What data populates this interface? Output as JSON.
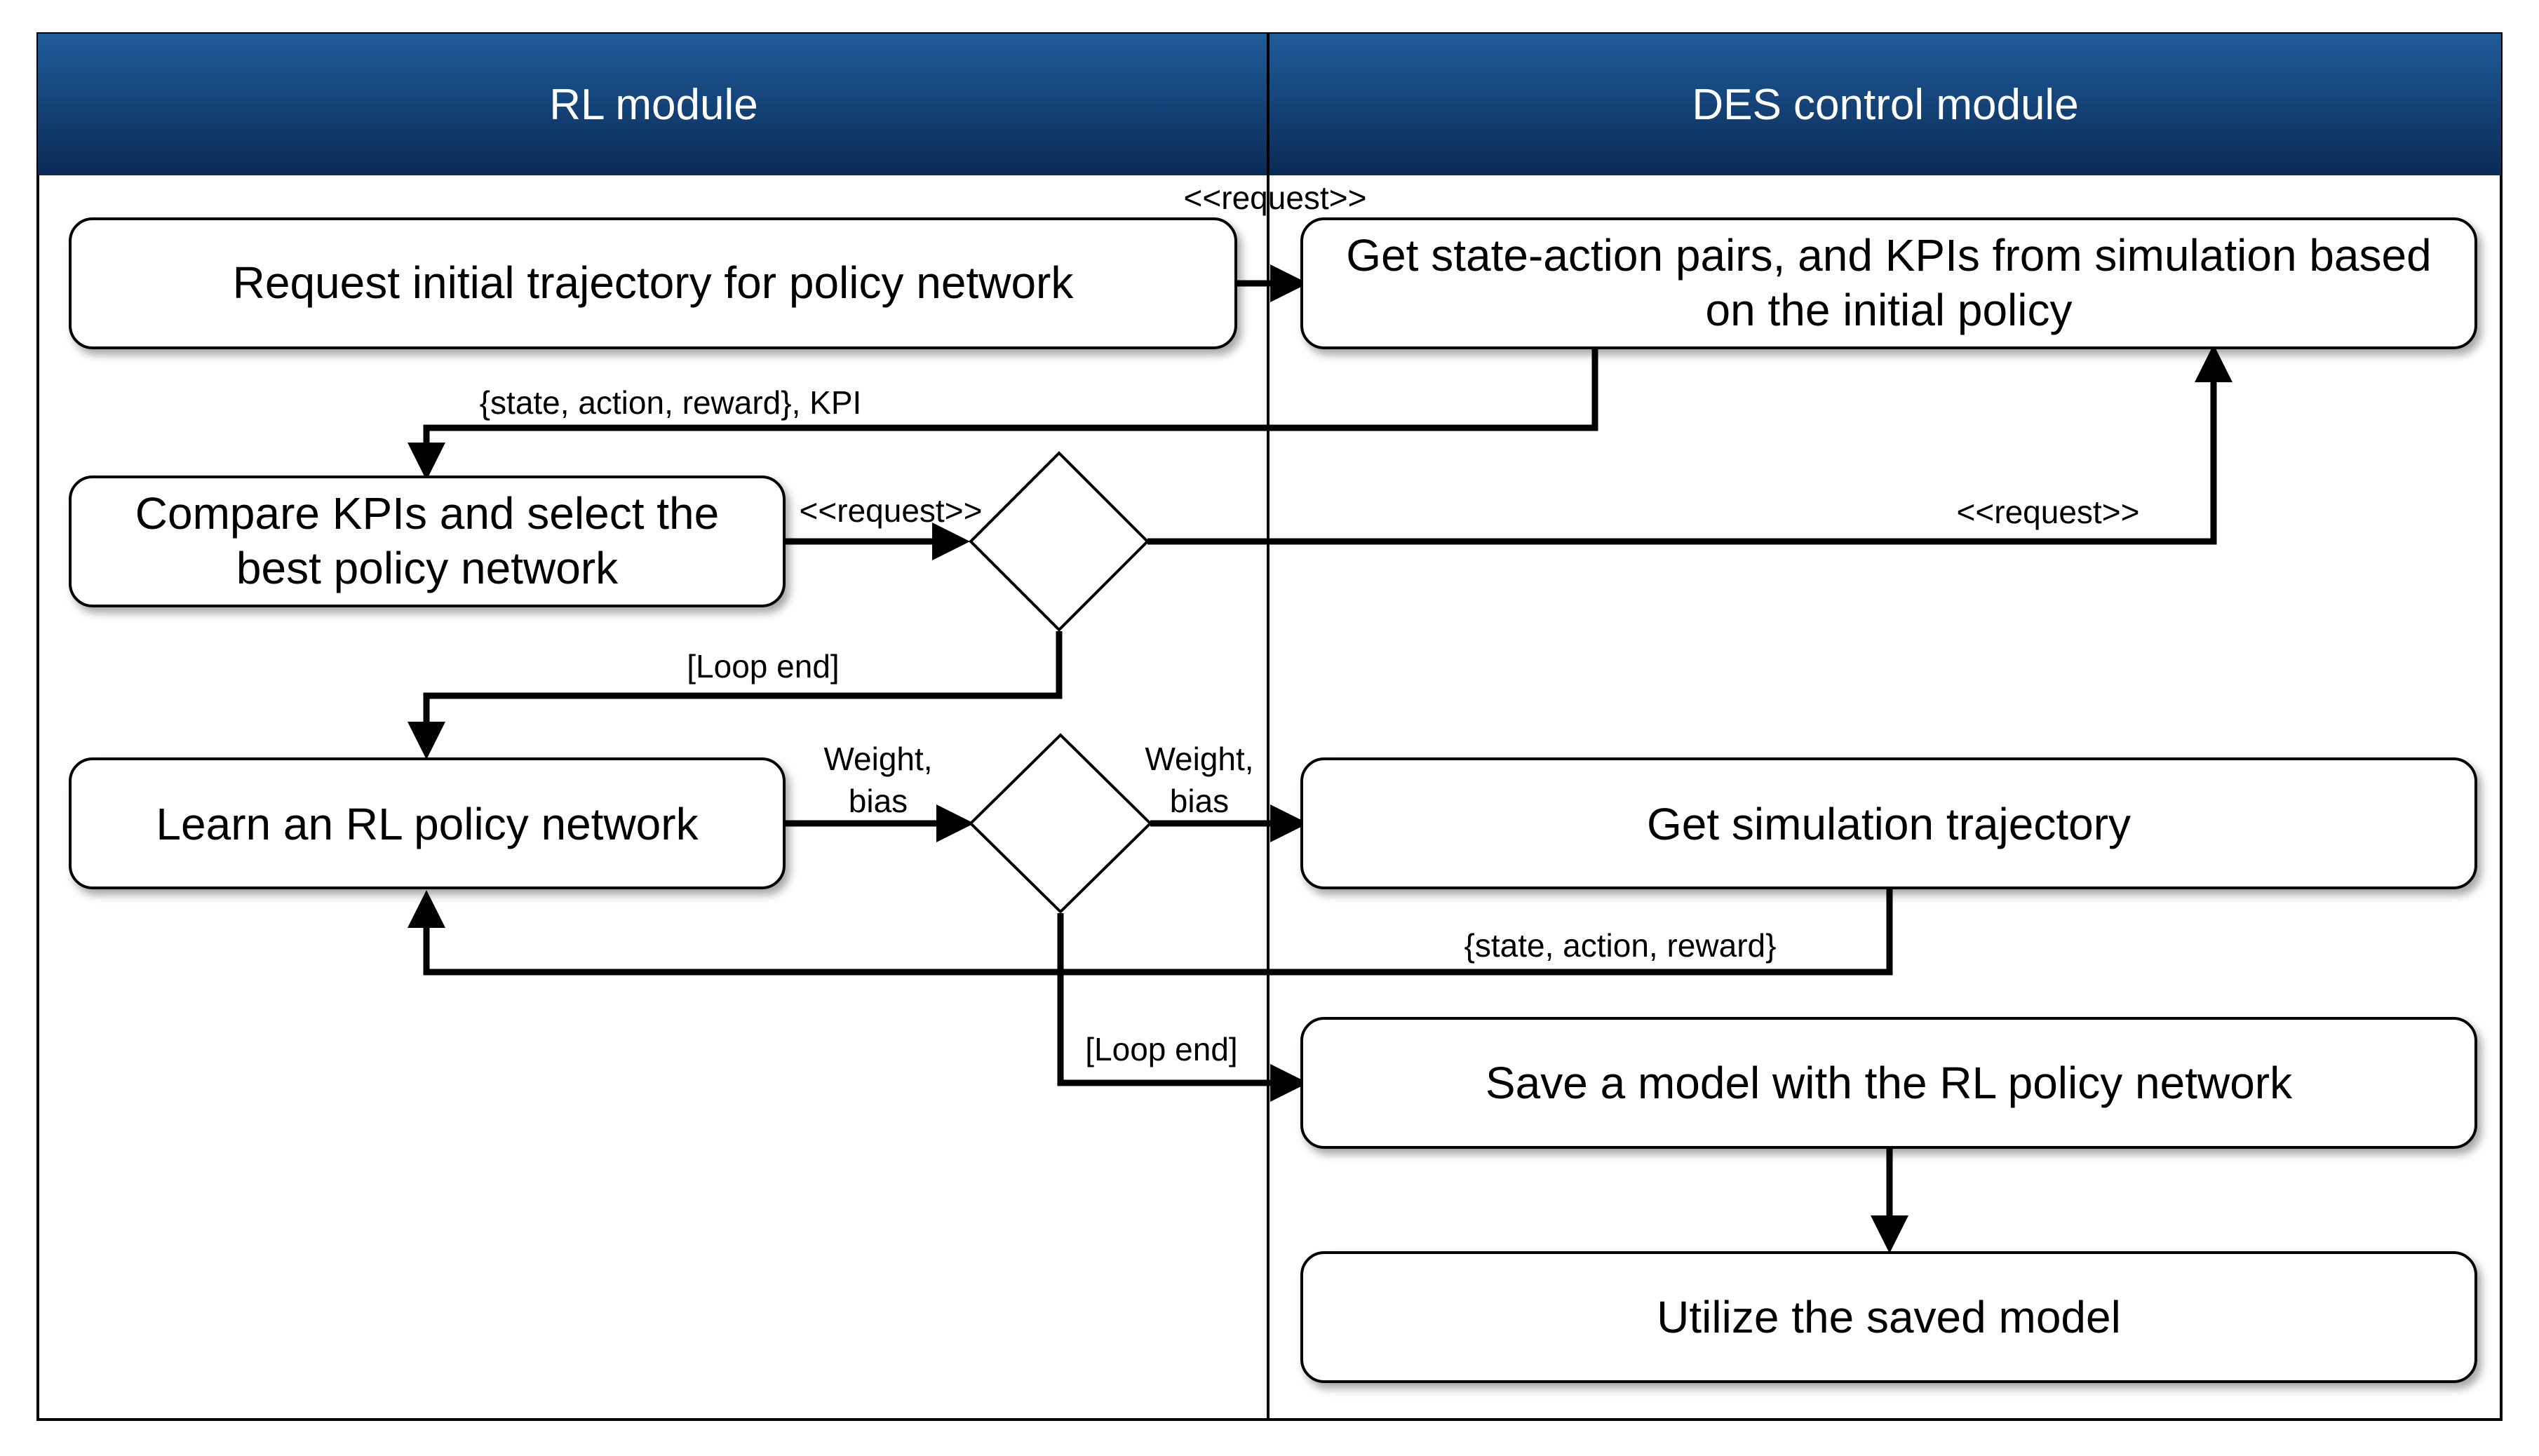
{
  "colors": {
    "header_dark": "#0a2a55",
    "header_light": "#1f5c9b",
    "line": "#000000",
    "box_fill": "#ffffff"
  },
  "lanes": {
    "left_title": "RL module",
    "right_title": "DES control module"
  },
  "nodes": {
    "request_initial": "Request initial trajectory for policy network",
    "get_pairs_line1": "Get state-action pairs, and KPIs from simulation based",
    "get_pairs_line2": "on the initial policy",
    "compare_line1": "Compare KPIs and select the",
    "compare_line2": "best policy network",
    "learn": "Learn an RL policy network",
    "get_sim": "Get simulation trajectory",
    "save_model": "Save a model with the RL policy network",
    "utilize": "Utilize the saved model"
  },
  "edges": {
    "request_top": "<<request>>",
    "state_action_reward_kpi": "{state, action, reward}, KPI",
    "request_compare": "<<request>>",
    "request_right": "<<request>>",
    "loop_end_1": "[Loop end]",
    "weight_left_line1": "Weight,",
    "weight_left_line2": "bias",
    "weight_right_line1": "Weight,",
    "weight_right_line2": "bias",
    "state_action_reward": "{state, action, reward}",
    "loop_end_2": "[Loop end]"
  }
}
